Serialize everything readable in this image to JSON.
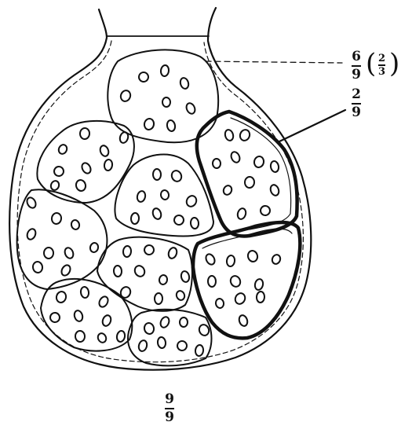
{
  "labels": {
    "top": {
      "numerator": "6",
      "denominator": "9",
      "paren_numerator": "2",
      "paren_denominator": "3"
    },
    "right": {
      "numerator": "2",
      "denominator": "9"
    },
    "bottom": {
      "numerator": "9",
      "denominator": "9"
    }
  },
  "colors": {
    "ink": "#111111",
    "paper": "#ffffff"
  }
}
